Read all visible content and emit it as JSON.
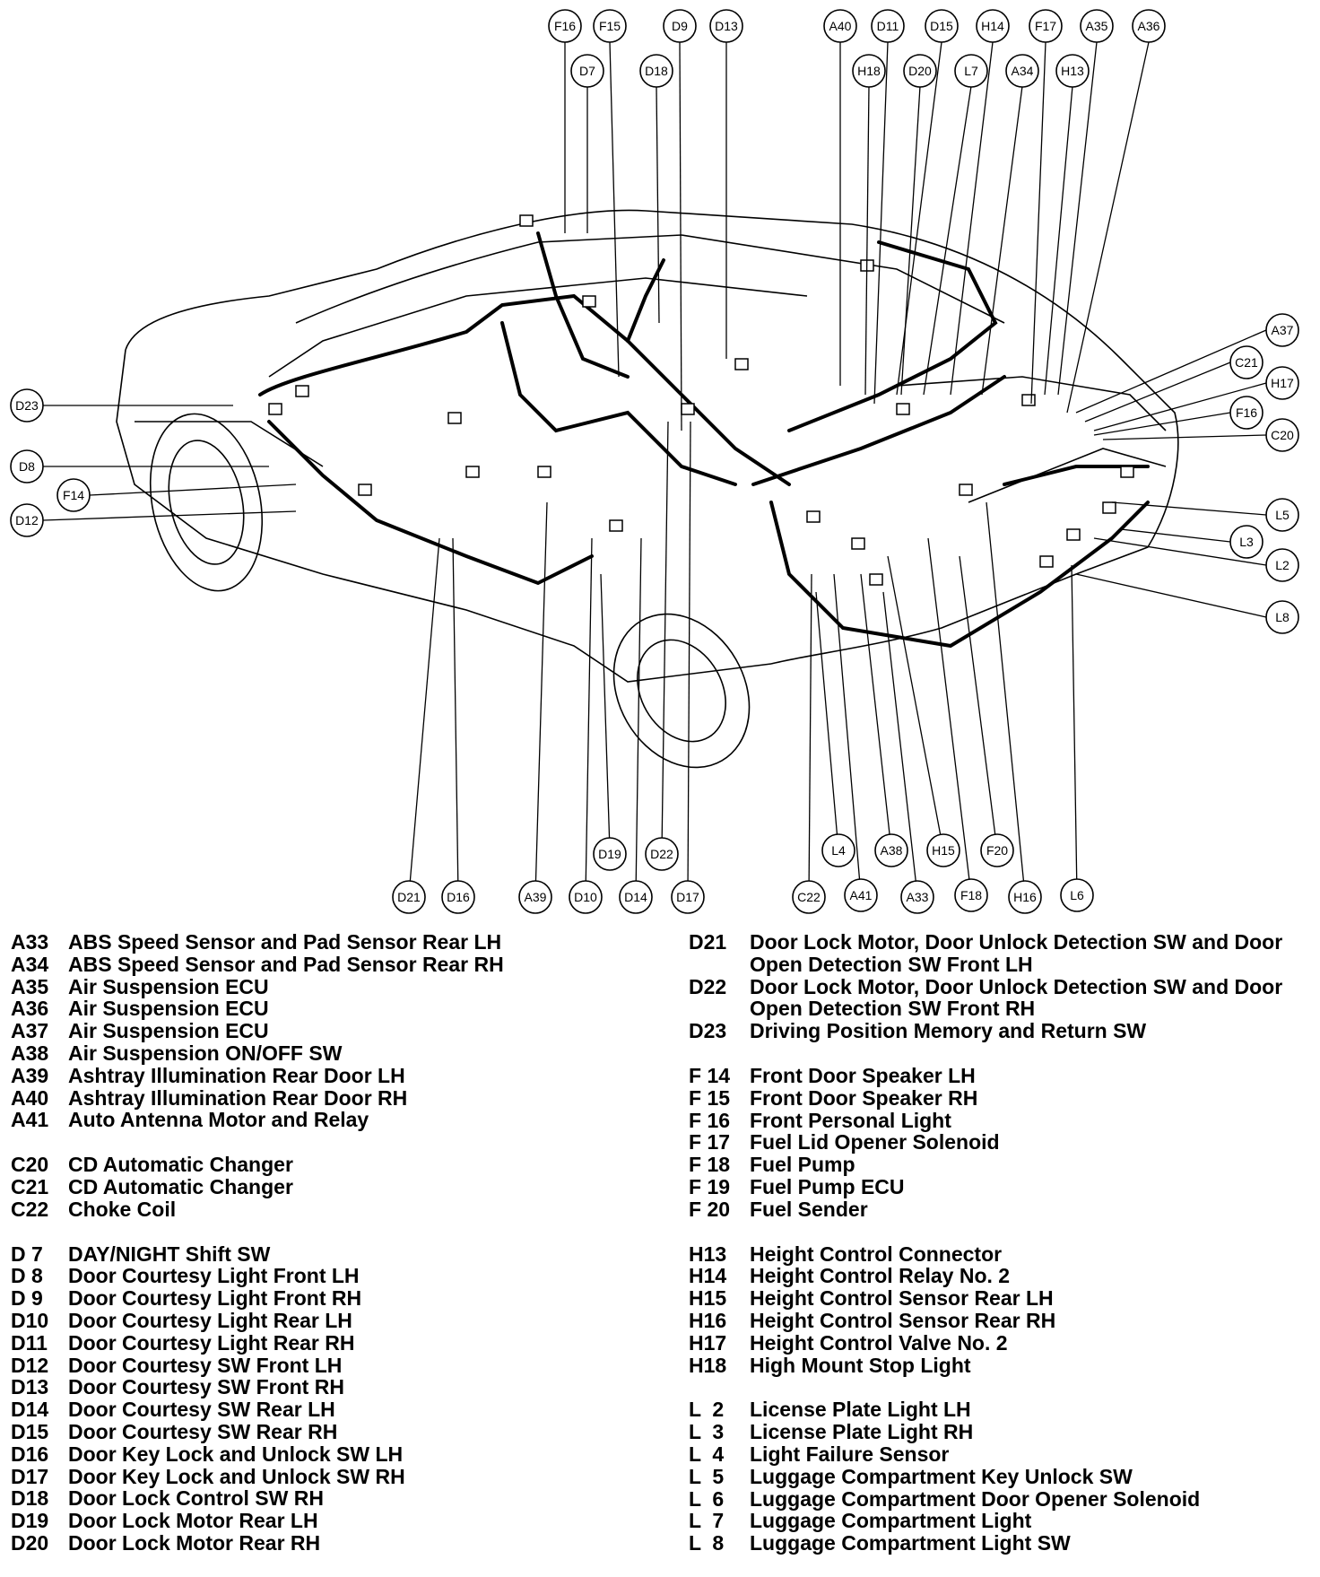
{
  "diagram": {
    "callouts_top": [
      "F16",
      "F15",
      "D9",
      "D13",
      "D7",
      "D18",
      "A40",
      "D11",
      "D15",
      "H14",
      "F17",
      "A35",
      "A36",
      "H18",
      "D20",
      "L7",
      "A34",
      "H13"
    ],
    "callouts_left": [
      "D23",
      "D8",
      "F14",
      "D12"
    ],
    "callouts_right": [
      "A37",
      "C21",
      "H17",
      "F16",
      "C20",
      "L5",
      "L3",
      "L2",
      "L8"
    ],
    "callouts_bottom": [
      "D19",
      "D22",
      "D21",
      "D16",
      "A39",
      "D10",
      "D14",
      "D17",
      "L4",
      "A38",
      "H15",
      "F20",
      "C22",
      "A41",
      "A33",
      "F18",
      "H16",
      "L6"
    ]
  },
  "legend": {
    "left_groups": [
      [
        {
          "code": "A33",
          "desc": "ABS Speed Sensor and Pad Sensor Rear LH"
        },
        {
          "code": "A34",
          "desc": "ABS Speed Sensor and Pad Sensor Rear RH"
        },
        {
          "code": "A35",
          "desc": "Air Suspension ECU"
        },
        {
          "code": "A36",
          "desc": "Air Suspension ECU"
        },
        {
          "code": "A37",
          "desc": "Air Suspension ECU"
        },
        {
          "code": "A38",
          "desc": "Air Suspension ON/OFF SW"
        },
        {
          "code": "A39",
          "desc": "Ashtray Illumination Rear Door LH"
        },
        {
          "code": "A40",
          "desc": "Ashtray Illumination Rear Door RH"
        },
        {
          "code": "A41",
          "desc": "Auto Antenna Motor and Relay"
        }
      ],
      [
        {
          "code": "C20",
          "desc": "CD Automatic Changer"
        },
        {
          "code": "C21",
          "desc": "CD Automatic Changer"
        },
        {
          "code": "C22",
          "desc": "Choke Coil"
        }
      ],
      [
        {
          "code": "D 7",
          "desc": "DAY/NIGHT Shift SW"
        },
        {
          "code": "D 8",
          "desc": "Door Courtesy Light Front LH"
        },
        {
          "code": "D 9",
          "desc": "Door Courtesy Light Front RH"
        },
        {
          "code": "D10",
          "desc": "Door Courtesy Light Rear LH"
        },
        {
          "code": "D11",
          "desc": "Door Courtesy Light Rear RH"
        },
        {
          "code": "D12",
          "desc": "Door Courtesy SW Front LH"
        },
        {
          "code": "D13",
          "desc": "Door Courtesy SW Front RH"
        },
        {
          "code": "D14",
          "desc": "Door Courtesy SW Rear LH"
        },
        {
          "code": "D15",
          "desc": "Door Courtesy SW Rear RH"
        },
        {
          "code": "D16",
          "desc": "Door Key Lock and Unlock SW LH"
        },
        {
          "code": "D17",
          "desc": "Door Key Lock and Unlock SW RH"
        },
        {
          "code": "D18",
          "desc": "Door Lock Control SW RH"
        },
        {
          "code": "D19",
          "desc": "Door Lock Motor Rear LH"
        },
        {
          "code": "D20",
          "desc": "Door Lock Motor Rear RH"
        }
      ]
    ],
    "right_groups": [
      [
        {
          "code": "D21",
          "desc": "Door Lock Motor, Door Unlock Detection SW and Door Open Detection SW Front LH"
        },
        {
          "code": "D22",
          "desc": "Door Lock Motor, Door Unlock Detection SW and Door Open Detection SW Front RH"
        },
        {
          "code": "D23",
          "desc": "Driving Position Memory and Return SW"
        }
      ],
      [
        {
          "code": "F 14",
          "desc": "Front Door Speaker LH"
        },
        {
          "code": "F 15",
          "desc": "Front Door Speaker RH"
        },
        {
          "code": "F 16",
          "desc": "Front Personal Light"
        },
        {
          "code": "F 17",
          "desc": "Fuel Lid Opener Solenoid"
        },
        {
          "code": "F 18",
          "desc": "Fuel Pump"
        },
        {
          "code": "F 19",
          "desc": "Fuel Pump ECU"
        },
        {
          "code": "F 20",
          "desc": "Fuel Sender"
        }
      ],
      [
        {
          "code": "H13",
          "desc": "Height Control Connector"
        },
        {
          "code": "H14",
          "desc": "Height Control Relay No. 2"
        },
        {
          "code": "H15",
          "desc": "Height Control Sensor Rear LH"
        },
        {
          "code": "H16",
          "desc": "Height Control Sensor Rear RH"
        },
        {
          "code": "H17",
          "desc": "Height Control Valve No. 2"
        },
        {
          "code": "H18",
          "desc": "High Mount Stop Light"
        }
      ],
      [
        {
          "code": "L  2",
          "desc": "License Plate Light LH"
        },
        {
          "code": "L  3",
          "desc": "License Plate Light RH"
        },
        {
          "code": "L  4",
          "desc": "Light Failure Sensor"
        },
        {
          "code": "L  5",
          "desc": "Luggage Compartment Key Unlock SW"
        },
        {
          "code": "L  6",
          "desc": "Luggage Compartment Door Opener Solenoid"
        },
        {
          "code": "L  7",
          "desc": "Luggage Compartment Light"
        },
        {
          "code": "L  8",
          "desc": "Luggage Compartment Light SW"
        }
      ]
    ]
  }
}
